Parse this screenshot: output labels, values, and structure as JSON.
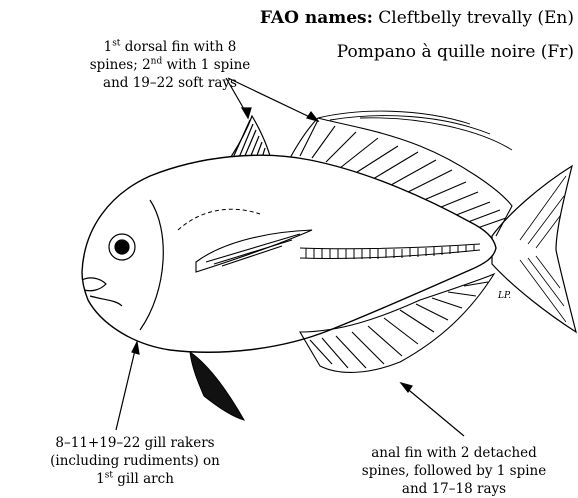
{
  "header": {
    "fao_label": "FAO names:",
    "english_name": "Cleftbelly trevally (En)",
    "french_name": "Pompano à quille noire (Fr)"
  },
  "annotations": {
    "dorsal": {
      "line1_pre": "1",
      "line1_sup": "st",
      "line1_post": " dorsal fin with 8",
      "line2_pre": "spines; 2",
      "line2_sup": "nd",
      "line2_post": " with 1 spine",
      "line3": "and 19–22 soft rays"
    },
    "gill": {
      "line1": "8–11+19–22 gill rakers",
      "line2": "(including rudiments) on",
      "line3_pre": "1",
      "line3_sup": "st",
      "line3_post": " gill arch"
    },
    "anal": {
      "line1": "anal fin with 2 detached",
      "line2": "spines, followed by 1 spine",
      "line3": "and 17–18 rays"
    }
  },
  "illustrator_initials": "LP."
}
